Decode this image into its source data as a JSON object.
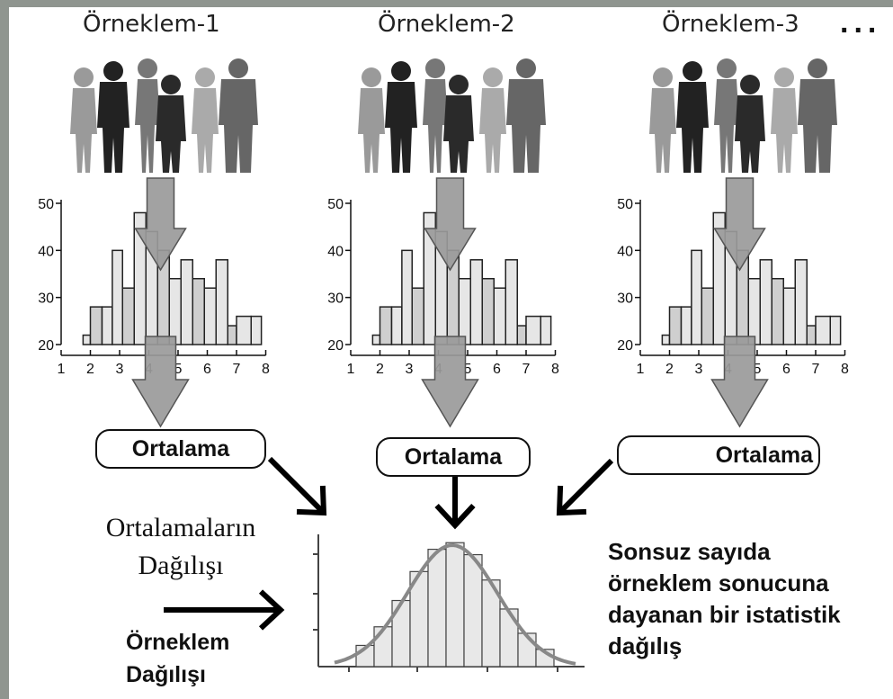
{
  "samples": [
    {
      "title": "Örneklem-1",
      "mean_label": "Ortalama"
    },
    {
      "title": "Örneklem-2",
      "mean_label": "Ortalama"
    },
    {
      "title": "Örneklem-3",
      "mean_label": "Ortalama"
    }
  ],
  "ellipsis": "...",
  "histogram": {
    "y_ticks": [
      "50",
      "40",
      "30",
      "20"
    ],
    "x_ticks": [
      "1",
      "2",
      "3",
      "4",
      "5",
      "6",
      "7",
      "8"
    ],
    "ylim": [
      20,
      50
    ],
    "xlim": [
      1,
      8
    ]
  },
  "left_caption": {
    "line1": "Ortalamaların",
    "line2": "Dağılışı"
  },
  "bottom_caption": {
    "line1": "Örneklem",
    "line2": "Dağılışı"
  },
  "description": {
    "line1": "Sonsuz sayıda",
    "line2": "örneklem sonucuna",
    "line3": "dayanan bir istatistik",
    "line4": "dağılış"
  },
  "chart_data": {
    "type": "bar",
    "x_left_edges": [
      1.75,
      2.0,
      2.4,
      2.75,
      3.1,
      3.5,
      3.9,
      4.3,
      4.7,
      5.1,
      5.5,
      5.9,
      6.3,
      6.7,
      7.0,
      7.5
    ],
    "values": [
      22,
      28,
      28,
      40,
      32,
      48,
      44,
      40,
      34,
      38,
      34,
      32,
      38,
      24,
      26,
      26
    ],
    "ylim": [
      20,
      50
    ],
    "xlim": [
      1,
      8
    ],
    "colors": {
      "panel": "#ffffff",
      "frame": "#8f958f",
      "arrow_fill": "#9a9a9a",
      "bar_light": "#e6e6e6",
      "bar_mid": "#cfcfcf",
      "curve": "#888888"
    }
  }
}
